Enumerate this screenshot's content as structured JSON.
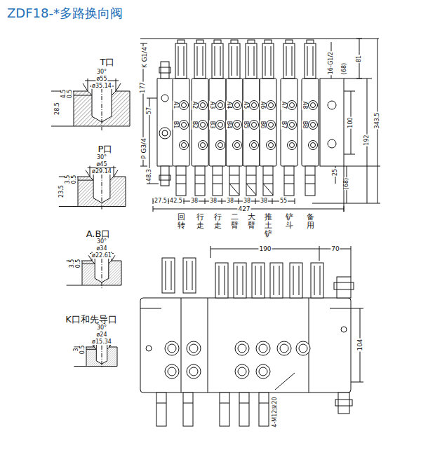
{
  "diagram": {
    "title": "ZDF18-*多路换向阀",
    "labels": [
      "T口",
      "30°",
      "ø55",
      "ø35.14",
      "28.5",
      "4.5",
      "0.5",
      "P口",
      "30°",
      "ø45",
      "ø29.14",
      "23.5",
      "3.5",
      "0.5",
      "A.B口",
      "30°",
      "ø34",
      "ø22.61",
      "3.5",
      "0.5",
      "K口和先导口",
      "30°",
      "ø24",
      "ø15.34",
      "3",
      "0.5",
      "K G1/4",
      "177",
      "57",
      "P G3/4",
      "48.3",
      "A1",
      "A2",
      "A3",
      "A4",
      "A5",
      "A6",
      "A7",
      "A8",
      "B1",
      "B2",
      "B3",
      "B4",
      "B5",
      "B6",
      "B7",
      "B8",
      "16-G1/2",
      "(68)",
      "81",
      "343.5",
      "192",
      "100",
      "25",
      "(68)",
      "27.5",
      "42.5",
      "38",
      "38",
      "38",
      "38",
      "38",
      "55",
      "427",
      "回转",
      "行走",
      "行走",
      "二臂",
      "大臂",
      "推土铲",
      "铲斗",
      "备用",
      "190",
      "70",
      "104",
      "4-M12深20"
    ]
  }
}
